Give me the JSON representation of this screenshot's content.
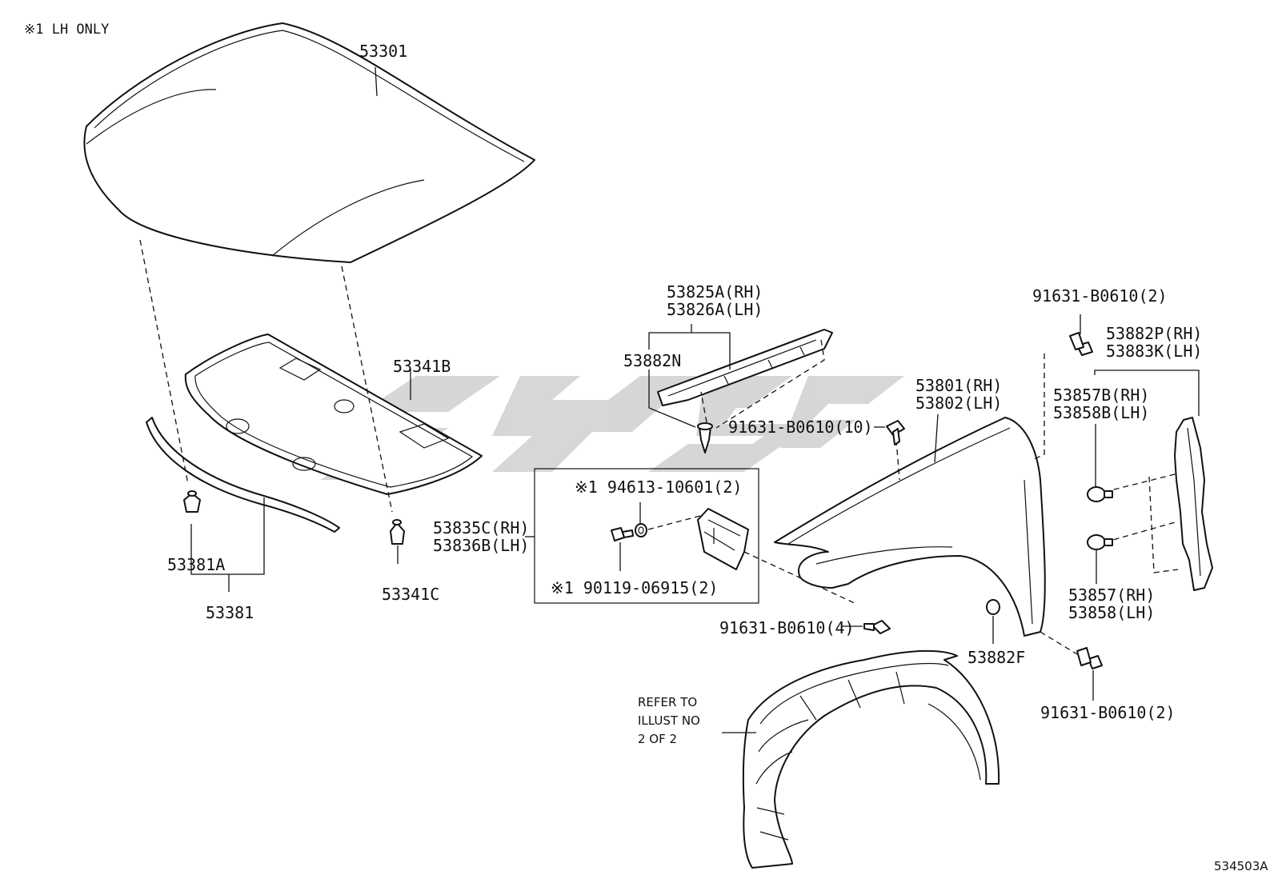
{
  "header": {
    "note": "※1 LH ONLY",
    "sheet_id": "534503A"
  },
  "labels": {
    "hood": "53301",
    "hood_insulator": "53341B",
    "hood_insulator_clip": "53341C",
    "seal_clip": "53381A",
    "hood_seal": "53381",
    "ext_seal_rh": "53825A(RH)",
    "ext_seal_lh": "53826A(LH)",
    "clip_n": "53882N",
    "bolt_10": "91631-B0610(10)",
    "nut_note": "※1 94613-10601(2)",
    "bracket_rh": "53835C(RH)",
    "bracket_lh": "53836B(LH)",
    "bolt_note": "※1 90119-06915(2)",
    "bolt_4": "91631-B0610(4)",
    "fender_rh": "53801(RH)",
    "fender_lh": "53802(LH)",
    "clip_f": "53882F",
    "bolt_top": "91631-B0610(2)",
    "bolt_bottom": "91631-B0610(2)",
    "seal_p_rh": "53882P(RH)",
    "seal_k_lh": "53883K(LH)",
    "cushion_b_rh": "53857B(RH)",
    "cushion_b_lh": "53858B(LH)",
    "cushion_rh": "53857(RH)",
    "cushion_lh": "53858(LH)",
    "refer_line1": "REFER TO",
    "refer_line2": "ILLUST NO",
    "refer_line3": "2 OF 2"
  }
}
